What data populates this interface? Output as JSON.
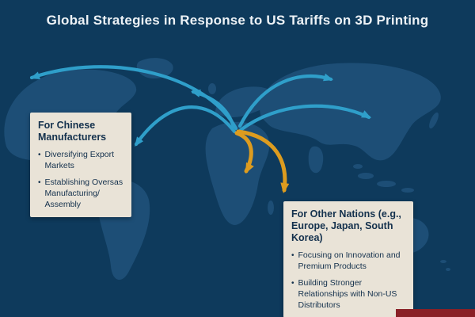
{
  "title": "Global Strategies in Response to US Tariffs on 3D Printing",
  "ui": {
    "bullet": "•"
  },
  "colors": {
    "background": "#0e3a5c",
    "map": "#1d4e76",
    "arrow_blue": "#2f9fca",
    "arrow_orange": "#dd9c1f",
    "box_bg": "#e9e3d7",
    "box_text": "#14314d",
    "title_text": "#edf2f6",
    "brand_bar": "#8a2026"
  },
  "boxes": {
    "chinese": {
      "heading": "For Chinese Manufacturers",
      "bullets": [
        "Diversifying Export Markets",
        "Establishing Oversas Manufacturing/ Assembly"
      ]
    },
    "other": {
      "heading": "For Other Nations (e.g., Europe, Japan, South Korea)",
      "bullets": [
        "Focusing on Innovation and Premium Products",
        "Building Stronger Relationships with Non-US Distributors"
      ]
    }
  }
}
